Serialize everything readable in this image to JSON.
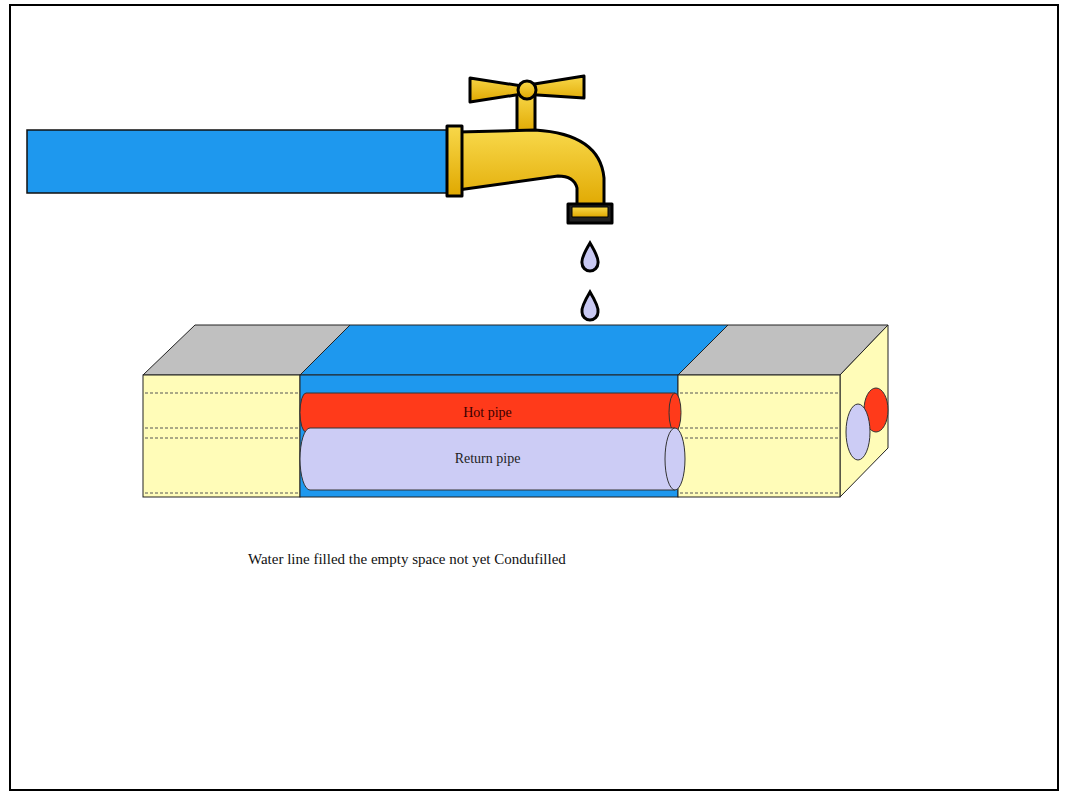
{
  "diagram": {
    "caption": "Water line filled the empty space not yet Condufilled",
    "nodes": [
      {
        "text": [
          "Hot pipe"
        ]
      },
      {
        "text": [
          "Return pipe"
        ]
      }
    ]
  }
}
